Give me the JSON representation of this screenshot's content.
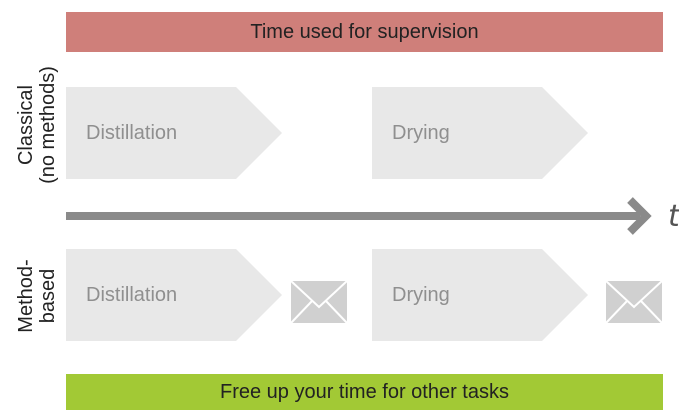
{
  "colors": {
    "supervision": "#cf7f7a",
    "free_time": "#a2c935",
    "step_fill": "#e8e8e8",
    "axis": "#8a8a8a",
    "envelope": "#d0d0d0"
  },
  "banner_top": {
    "label": "Time used for supervision"
  },
  "banner_bottom": {
    "label": "Free up your time for other tasks"
  },
  "rows": {
    "classical": {
      "label_line1": "Classical",
      "label_line2": "(no methods)",
      "step1": "Distillation",
      "step2": "Drying"
    },
    "method": {
      "label_line1": "Method-",
      "label_line2": "based",
      "step1": "Distillation",
      "step2": "Drying"
    }
  },
  "axis": {
    "label": "t"
  },
  "icons": {
    "envelope_1": "envelope-icon",
    "envelope_2": "envelope-icon",
    "axis_arrow": "arrow-right-icon"
  }
}
